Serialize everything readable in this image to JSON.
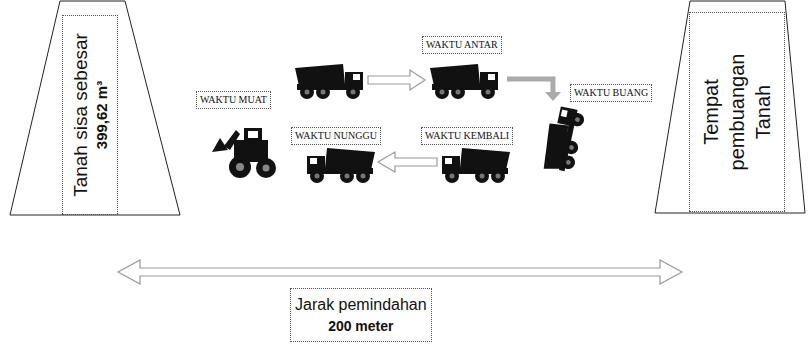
{
  "diagram": {
    "nodes": [
      {
        "text": [
          "Tanah sisa sebesar",
          "399,62 m³"
        ]
      },
      {
        "text": [
          "WAKTU MUAT"
        ]
      },
      {
        "text": [
          "WAKTU ANTAR"
        ]
      },
      {
        "text": [
          "WAKTU BUANG"
        ]
      },
      {
        "text": [
          "WAKTU NUNGGU"
        ]
      },
      {
        "text": [
          "WAKTU KEMBALI"
        ]
      },
      {
        "text": [
          "Tempat pembuangan Tanah"
        ]
      },
      {
        "text": [
          "Jarak pemindahan",
          "200 meter"
        ]
      }
    ]
  }
}
